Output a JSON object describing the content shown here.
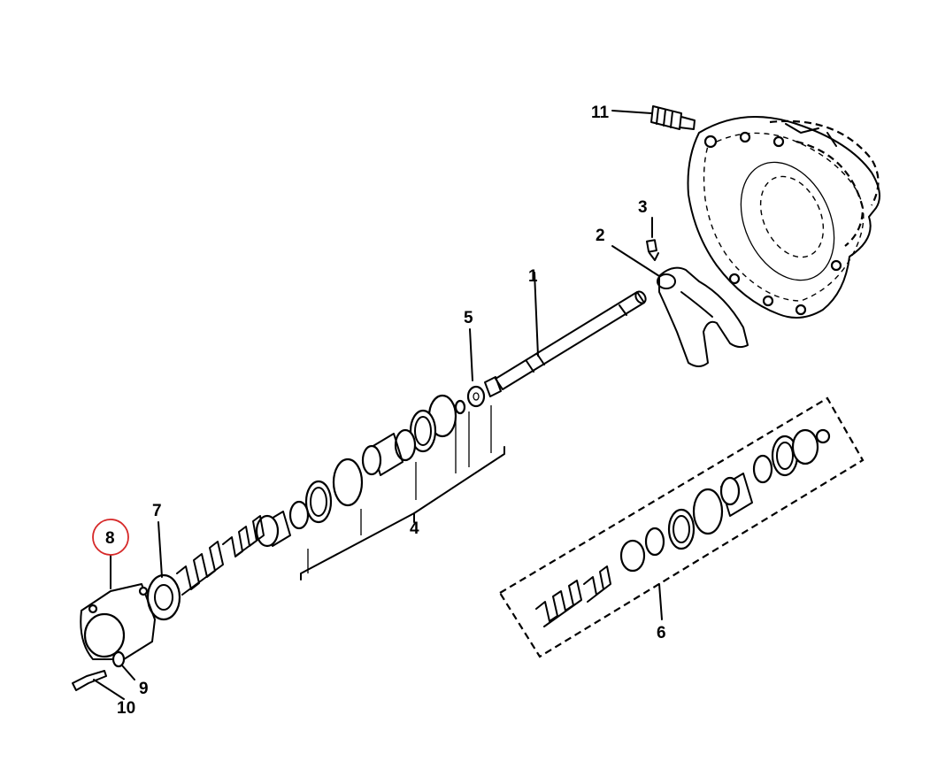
{
  "callouts": {
    "c1": "1",
    "c2": "2",
    "c3": "3",
    "c4": "4",
    "c5": "5",
    "c6": "6",
    "c7": "7",
    "c8": "8",
    "c9": "9",
    "c10": "10",
    "c11": "11"
  },
  "highlight": {
    "callout": "8",
    "color": "#d62828"
  }
}
